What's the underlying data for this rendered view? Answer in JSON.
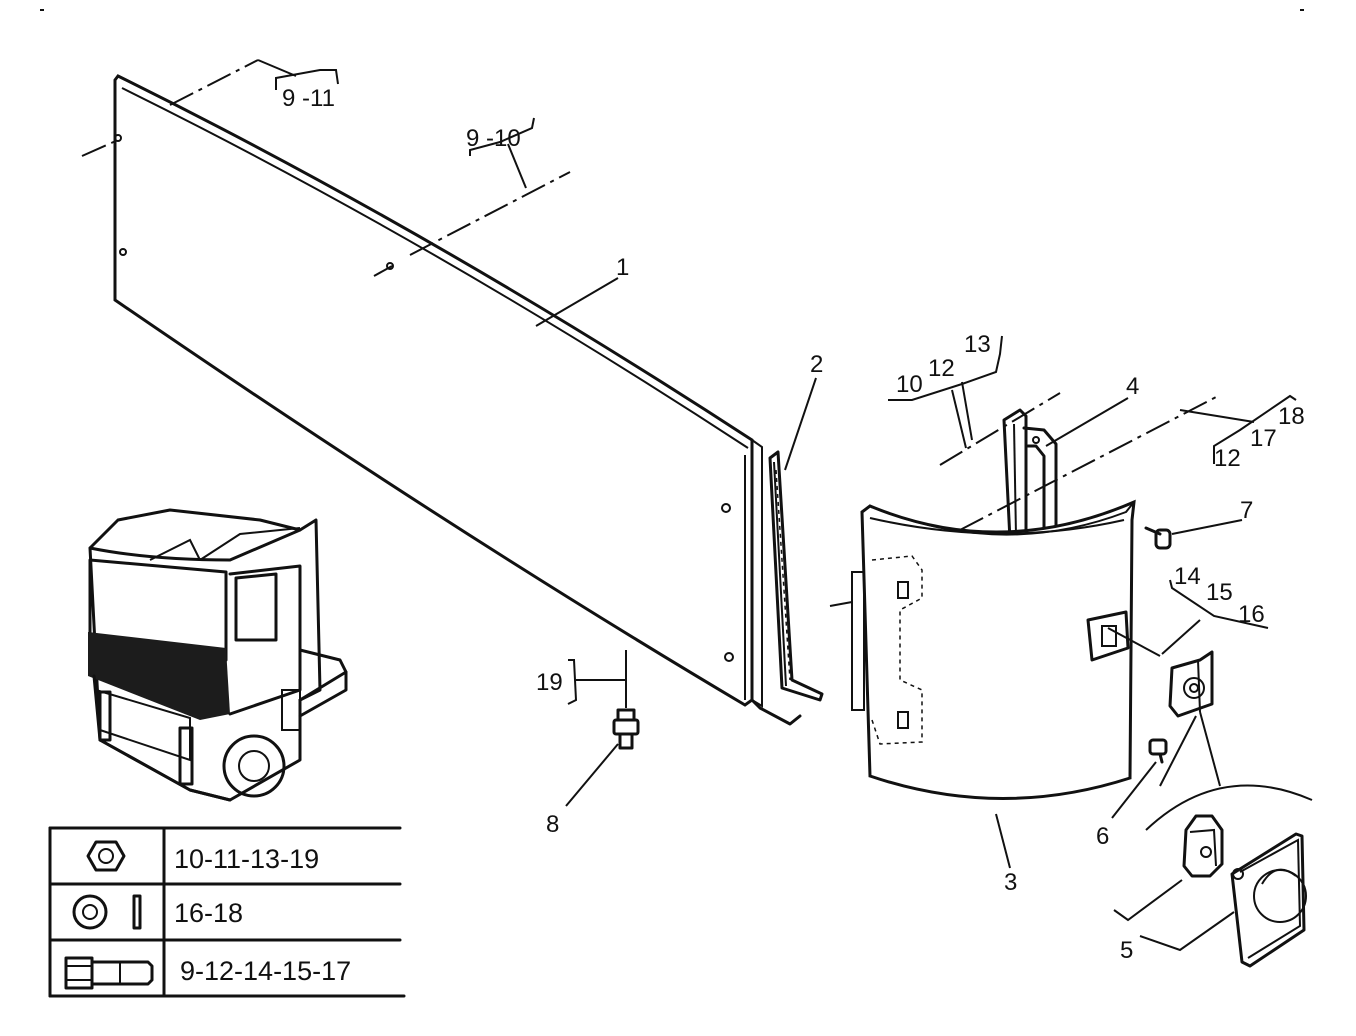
{
  "callouts": {
    "c1": "1",
    "c2": "2",
    "c3": "3",
    "c4": "4",
    "c5": "5",
    "c6": "6",
    "c7": "7",
    "c8": "8",
    "c19": "19",
    "g_9_11": "9 -11",
    "g_9_10": "9 -10",
    "g_10_12_13_a": "10",
    "g_10_12_13_b": "12",
    "g_10_12_13_c": "13",
    "g_12_17_18_a": "12",
    "g_12_17_18_b": "17",
    "g_12_17_18_c": "18",
    "g_14_15_16_a": "14",
    "g_14_15_16_b": "15",
    "g_14_15_16_c": "16"
  },
  "legend": {
    "rows": [
      {
        "icon": "nut-icon",
        "label": "10-11-13-19"
      },
      {
        "icon": "washer-icon",
        "label": "16-18"
      },
      {
        "icon": "bolt-icon",
        "label": "9-12-14-15-17"
      }
    ]
  }
}
